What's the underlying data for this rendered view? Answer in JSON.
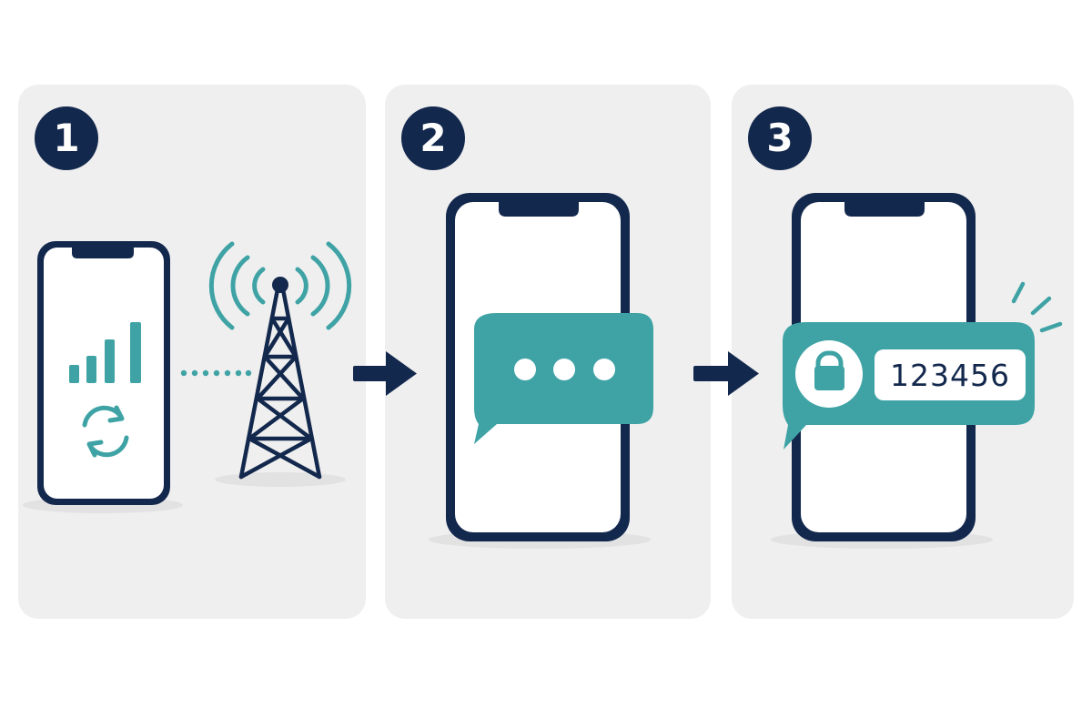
{
  "steps": [
    {
      "number": "1",
      "icons": [
        "phone-icon",
        "signal-bars-icon",
        "sync-icon",
        "cell-tower-icon"
      ]
    },
    {
      "number": "2",
      "icons": [
        "phone-icon",
        "typing-message-icon"
      ]
    },
    {
      "number": "3",
      "icons": [
        "phone-icon",
        "lock-icon"
      ],
      "code": "123456"
    }
  ],
  "colors": {
    "navy": "#13284d",
    "teal": "#3fa3a5",
    "panel": "#efefef",
    "screen": "#ffffff"
  }
}
